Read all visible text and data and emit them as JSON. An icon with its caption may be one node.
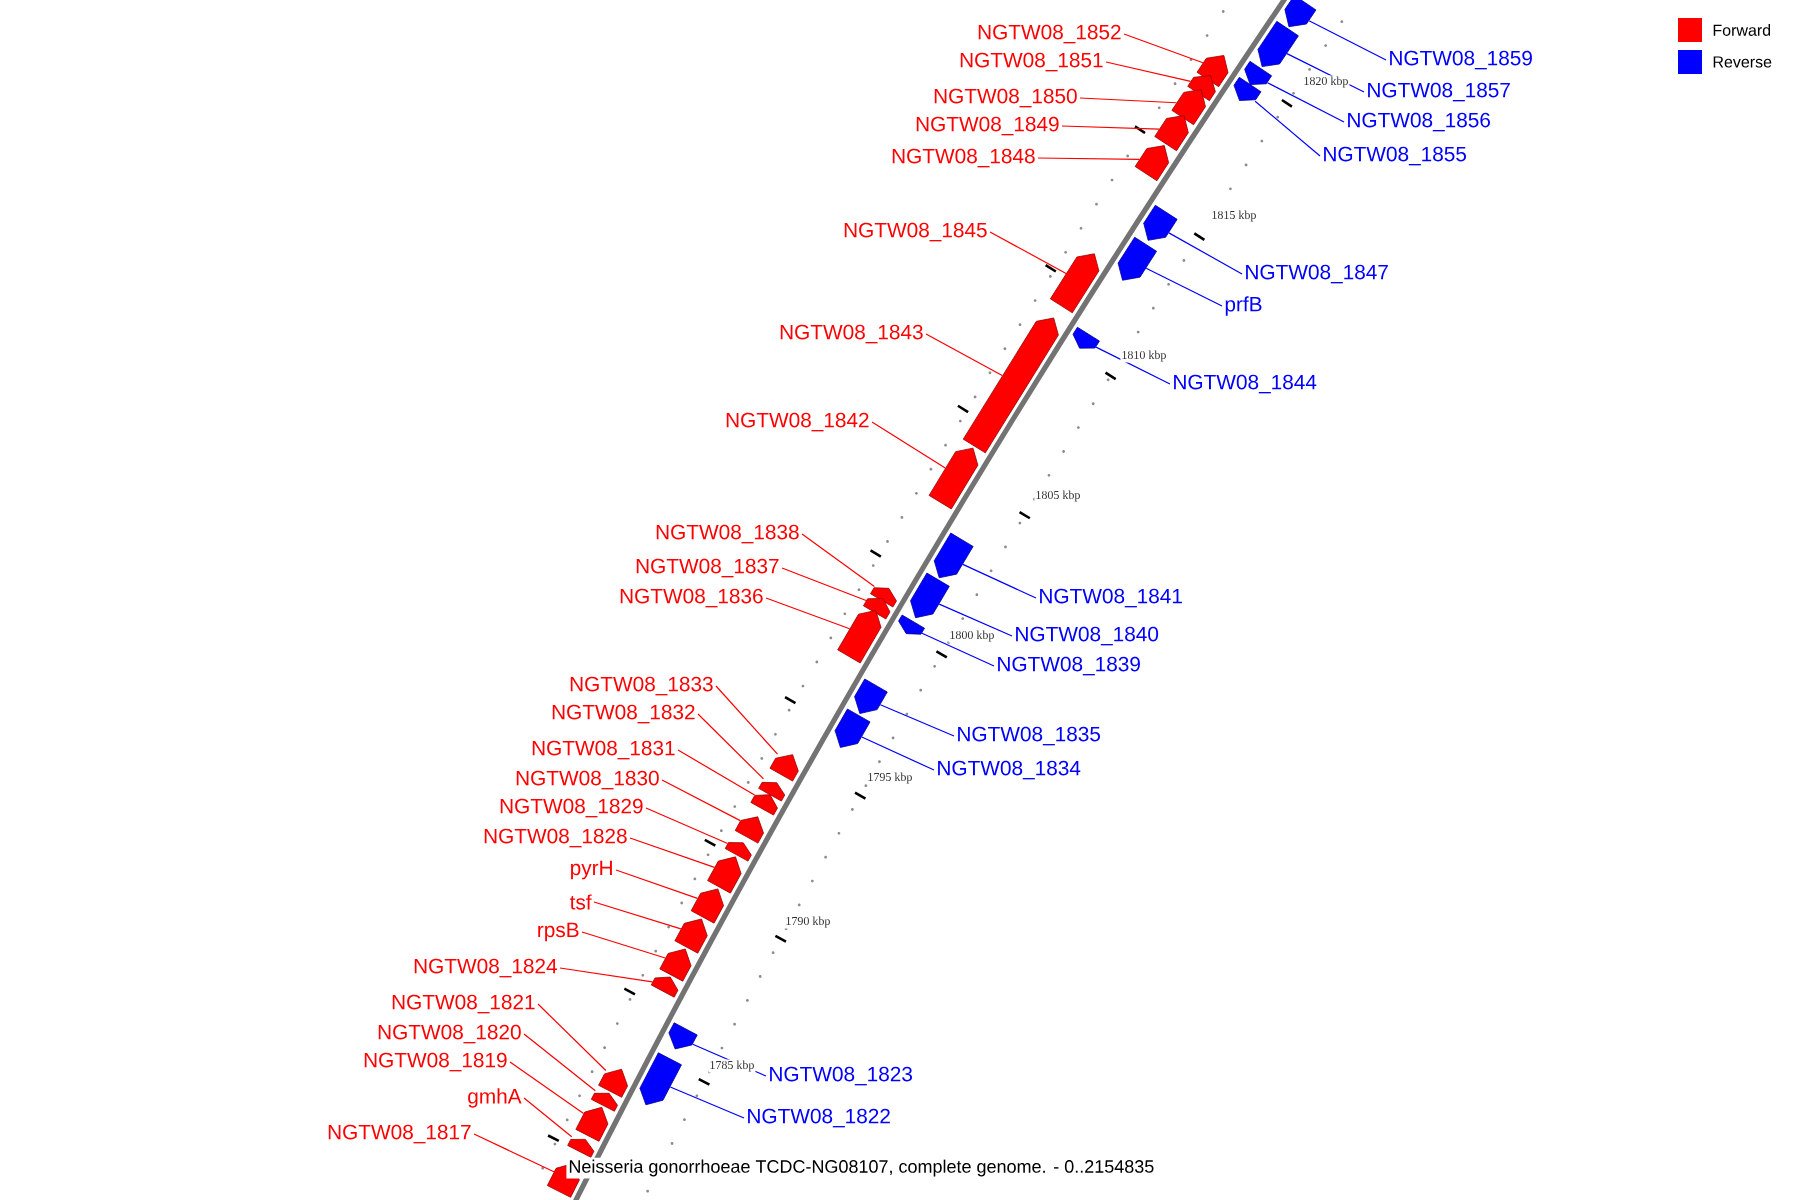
{
  "diagram": {
    "caption": "Neisseria gonorrhoeae TCDC-NG08107, complete genome. - 0..2154835",
    "nodes": [
      {
        "text": [
          "NGTW08_1852"
        ]
      },
      {
        "text": [],
        "shape": "box"
      },
      {
        "text": [
          "NGTW08_1851"
        ]
      },
      {
        "text": [],
        "shape": "box"
      },
      {
        "text": [
          "NGTW08_1850"
        ]
      },
      {
        "text": [],
        "shape": "box"
      },
      {
        "text": [
          "NGTW08_1849"
        ]
      },
      {
        "text": [],
        "shape": "box"
      },
      {
        "text": [
          "NGTW08_1848"
        ]
      },
      {
        "text": [],
        "shape": "box"
      },
      {
        "text": [
          "NGTW08_1845"
        ]
      },
      {
        "text": [],
        "shape": "box"
      },
      {
        "text": [
          "NGTW08_1843"
        ]
      },
      {
        "text": [],
        "shape": "box"
      },
      {
        "text": [
          "NGTW08_1842"
        ]
      },
      {
        "text": [],
        "shape": "box"
      },
      {
        "text": [
          "NGTW08_1838"
        ]
      },
      {
        "text": [],
        "shape": "box"
      },
      {
        "text": [
          "NGTW08_1837"
        ]
      },
      {
        "text": [],
        "shape": "box"
      },
      {
        "text": [
          "NGTW08_1836"
        ]
      },
      {
        "text": [],
        "shape": "box"
      },
      {
        "text": [
          "NGTW08_1833"
        ]
      },
      {
        "text": [],
        "shape": "box"
      },
      {
        "text": [
          "NGTW08_1832"
        ]
      },
      {
        "text": [],
        "shape": "box"
      },
      {
        "text": [
          "NGTW08_1831"
        ]
      },
      {
        "text": [],
        "shape": "box"
      },
      {
        "text": [
          "NGTW08_1830"
        ]
      },
      {
        "text": [],
        "shape": "box"
      },
      {
        "text": [
          "NGTW08_1829"
        ]
      },
      {
        "text": [],
        "shape": "box"
      },
      {
        "text": [
          "NGTW08_1828"
        ]
      },
      {
        "text": [],
        "shape": "box"
      },
      {
        "text": [
          "pyrH"
        ]
      },
      {
        "text": [],
        "shape": "box"
      },
      {
        "text": [
          "tsf"
        ]
      },
      {
        "text": [],
        "shape": "box"
      },
      {
        "text": [
          "rpsB"
        ]
      },
      {
        "text": [],
        "shape": "box"
      },
      {
        "text": [
          "NGTW08_1824"
        ]
      },
      {
        "text": [],
        "shape": "box"
      },
      {
        "text": [
          "NGTW08_1821"
        ]
      },
      {
        "text": [],
        "shape": "box"
      },
      {
        "text": [
          "NGTW08_1820"
        ]
      },
      {
        "text": [],
        "shape": "box"
      },
      {
        "text": [
          "NGTW08_1819"
        ]
      },
      {
        "text": [],
        "shape": "box"
      },
      {
        "text": [
          "gmhA"
        ]
      },
      {
        "text": [],
        "shape": "box"
      },
      {
        "text": [
          "NGTW08_1817"
        ]
      },
      {
        "text": [],
        "shape": "box"
      },
      {
        "text": [
          "NGTW08_1859"
        ]
      },
      {
        "text": [],
        "shape": "box"
      },
      {
        "text": [
          "NGTW08_1857"
        ]
      },
      {
        "text": [],
        "shape": "box"
      },
      {
        "text": [
          "NGTW08_1856"
        ]
      },
      {
        "text": [],
        "shape": "box"
      },
      {
        "text": [
          "NGTW08_1855"
        ]
      },
      {
        "text": [],
        "shape": "box"
      },
      {
        "text": [
          "NGTW08_1847"
        ]
      },
      {
        "text": [],
        "shape": "box"
      },
      {
        "text": [
          "prfB"
        ]
      },
      {
        "text": [],
        "shape": "box"
      },
      {
        "text": [
          "NGTW08_1844"
        ]
      },
      {
        "text": [],
        "shape": "box"
      },
      {
        "text": [
          "NGTW08_1841"
        ]
      },
      {
        "text": [],
        "shape": "box"
      },
      {
        "text": [
          "NGTW08_1840"
        ]
      },
      {
        "text": [],
        "shape": "box"
      },
      {
        "text": [
          "NGTW08_1839"
        ]
      },
      {
        "text": [],
        "shape": "box"
      },
      {
        "text": [
          "NGTW08_1835"
        ]
      },
      {
        "text": [],
        "shape": "box"
      },
      {
        "text": [
          "NGTW08_1834"
        ]
      },
      {
        "text": [],
        "shape": "box"
      },
      {
        "text": [
          "NGTW08_1823"
        ]
      },
      {
        "text": [],
        "shape": "box"
      },
      {
        "text": [
          "NGTW08_1822"
        ]
      },
      {
        "text": [],
        "shape": "box"
      }
    ],
    "edges": [
      {
        "from": 0,
        "to": 1,
        "arrow": "none"
      },
      {
        "from": 2,
        "to": 3,
        "arrow": "none"
      },
      {
        "from": 4,
        "to": 5,
        "arrow": "none"
      },
      {
        "from": 6,
        "to": 7,
        "arrow": "none"
      },
      {
        "from": 8,
        "to": 9,
        "arrow": "none"
      },
      {
        "from": 10,
        "to": 11,
        "arrow": "none"
      },
      {
        "from": 12,
        "to": 13,
        "arrow": "none"
      },
      {
        "from": 14,
        "to": 15,
        "arrow": "none"
      },
      {
        "from": 16,
        "to": 17,
        "arrow": "none"
      },
      {
        "from": 18,
        "to": 19,
        "arrow": "none"
      },
      {
        "from": 20,
        "to": 21,
        "arrow": "none"
      },
      {
        "from": 22,
        "to": 23,
        "arrow": "none"
      },
      {
        "from": 24,
        "to": 25,
        "arrow": "none"
      },
      {
        "from": 26,
        "to": 27,
        "arrow": "none"
      },
      {
        "from": 28,
        "to": 29,
        "arrow": "none"
      },
      {
        "from": 30,
        "to": 31,
        "arrow": "none"
      },
      {
        "from": 32,
        "to": 33,
        "arrow": "none"
      },
      {
        "from": 34,
        "to": 35,
        "arrow": "none"
      },
      {
        "from": 36,
        "to": 37,
        "arrow": "none"
      },
      {
        "from": 38,
        "to": 39,
        "arrow": "none"
      },
      {
        "from": 40,
        "to": 41,
        "arrow": "none"
      },
      {
        "from": 42,
        "to": 43,
        "arrow": "none"
      },
      {
        "from": 44,
        "to": 45,
        "arrow": "none"
      },
      {
        "from": 46,
        "to": 47,
        "arrow": "none"
      },
      {
        "from": 48,
        "to": 49,
        "arrow": "none"
      },
      {
        "from": 50,
        "to": 51,
        "arrow": "none"
      },
      {
        "from": 52,
        "to": 53,
        "arrow": "none",
        "color": "#0000ff"
      },
      {
        "from": 54,
        "to": 55,
        "arrow": "none",
        "color": "#0000ff"
      },
      {
        "from": 56,
        "to": 57,
        "arrow": "none",
        "color": "#0000ff"
      },
      {
        "from": 58,
        "to": 59,
        "arrow": "none",
        "color": "#0000ff"
      },
      {
        "from": 60,
        "to": 61,
        "arrow": "none",
        "color": "#0000ff"
      },
      {
        "from": 62,
        "to": 63,
        "arrow": "none",
        "color": "#0000ff"
      },
      {
        "from": 64,
        "to": 65,
        "arrow": "none",
        "color": "#0000ff"
      },
      {
        "from": 66,
        "to": 67,
        "arrow": "none",
        "color": "#0000ff"
      },
      {
        "from": 68,
        "to": 69,
        "arrow": "none",
        "color": "#0000ff"
      },
      {
        "from": 70,
        "to": 71,
        "arrow": "none",
        "color": "#0000ff"
      },
      {
        "from": 72,
        "to": 73,
        "arrow": "none",
        "color": "#0000ff"
      },
      {
        "from": 74,
        "to": 75,
        "arrow": "none",
        "color": "#0000ff"
      },
      {
        "from": 76,
        "to": 77,
        "arrow": "none",
        "color": "#0000ff"
      },
      {
        "from": 78,
        "to": 79,
        "arrow": "none",
        "color": "#0000ff"
      }
    ],
    "labels": [
      "1820 kbp",
      "1815 kbp",
      "1810 kbp",
      "1805 kbp",
      "1800 kbp",
      "1795 kbp",
      "1790 kbp",
      "1785 kbp"
    ],
    "legend": [
      {
        "text": "Forward",
        "color": "#ff0000"
      },
      {
        "text": "Reverse",
        "color": "#0000ff"
      }
    ]
  }
}
